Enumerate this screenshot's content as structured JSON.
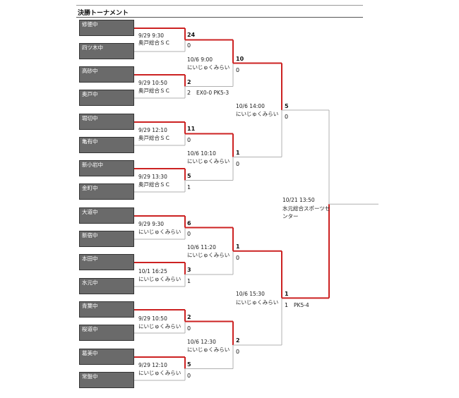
{
  "title": "決勝トーナメント",
  "teams": [
    "修徳中",
    "四ツ木中",
    "高砂中",
    "奥戸中",
    "堀切中",
    "亀有中",
    "新小岩中",
    "金町中",
    "大道中",
    "新宿中",
    "本田中",
    "水元中",
    "青葉中",
    "桜道中",
    "葛美中",
    "常盤中"
  ],
  "round1": [
    {
      "date": "9/29 9:30",
      "venue": "奥戸総合ＳＣ",
      "s1": "24",
      "s2": "0"
    },
    {
      "date": "9/29 10:50",
      "venue": "奥戸総合ＳＣ",
      "s1": "2",
      "s2": "2",
      "note": "EX0-0 PK5-3"
    },
    {
      "date": "9/29 12:10",
      "venue": "奥戸総合ＳＣ",
      "s1": "11",
      "s2": "0"
    },
    {
      "date": "9/29 13:30",
      "venue": "奥戸総合ＳＣ",
      "s1": "5",
      "s2": "1"
    },
    {
      "date": "9/29 9:30",
      "venue": "にいじゅくみらい",
      "s1": "6",
      "s2": "0"
    },
    {
      "date": "10/1 16:25",
      "venue": "にいじゅくみらい",
      "s1": "3",
      "s2": "1"
    },
    {
      "date": "9/29 10:50",
      "venue": "にいじゅくみらい",
      "s1": "2",
      "s2": "0"
    },
    {
      "date": "9/29 12:10",
      "venue": "にいじゅくみらい",
      "s1": "5",
      "s2": "0"
    }
  ],
  "round2": [
    {
      "date": "10/6 9:00",
      "venue": "にいじゅくみらい",
      "s1": "10",
      "s2": "0"
    },
    {
      "date": "10/6 10:10",
      "venue": "にいじゅくみらい",
      "s1": "1",
      "s2": "0"
    },
    {
      "date": "10/6 11:20",
      "venue": "にいじゅくみらい",
      "s1": "1",
      "s2": "0"
    },
    {
      "date": "10/6 12:30",
      "venue": "にいじゅくみらい",
      "s1": "2",
      "s2": "0"
    }
  ],
  "semis": [
    {
      "date": "10/6 14:00",
      "venue": "にいじゅくみらい",
      "s1": "5",
      "s2": "0"
    },
    {
      "date": "10/6 15:30",
      "venue": "にいじゅくみらい",
      "s1": "1",
      "s2": "1",
      "note": "PK5-4"
    }
  ],
  "final": {
    "date": "10/21 13:50",
    "venue": "水元総合スポーツセンター"
  },
  "colors": {
    "win": "#cc2222",
    "lose": "#b0b0b0",
    "team_bg": "#6a6a6a"
  }
}
